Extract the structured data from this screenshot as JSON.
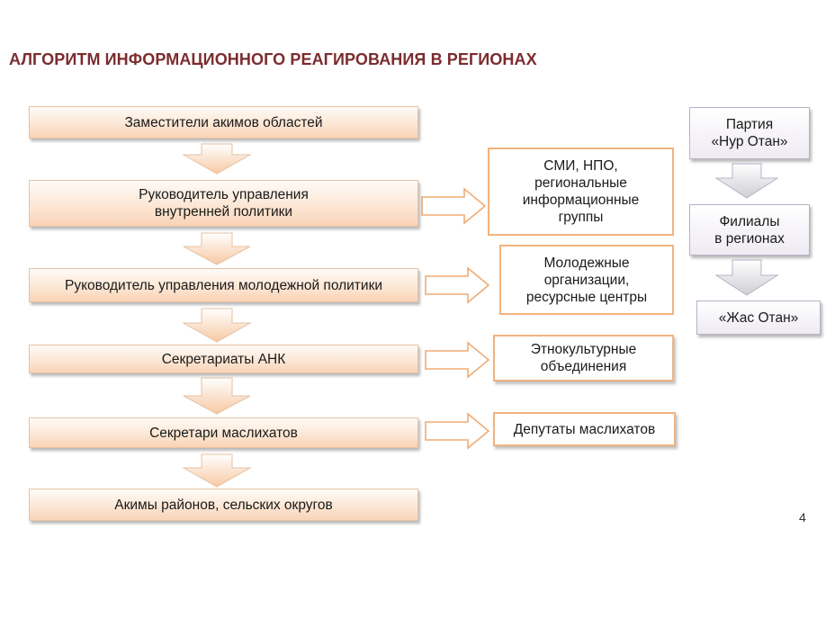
{
  "title": "АЛГОРИТМ ИНФОРМАЦИОННОГО РЕАГИРОВАНИЯ В РЕГИОНАХ",
  "main_chain": [
    "Заместители акимов областей",
    "Руководитель управления\nвнутренней политики",
    "Руководитель управления молодежной политики",
    "Секретариаты АНК",
    "Секретари маслихатов",
    "Акимы районов, сельских округов"
  ],
  "side_boxes": [
    "СМИ, НПО,\nрегиональные\nинформационные\nгруппы",
    "Молодежные\nорганизации,\nресурсные центры",
    "Этнокультурные\nобъединения",
    "Депутаты маслихатов"
  ],
  "party_chain": [
    "Партия\n«Нур Отан»",
    "Филиалы\nв регионах",
    "«Жас Отан»"
  ],
  "page_number": "4"
}
